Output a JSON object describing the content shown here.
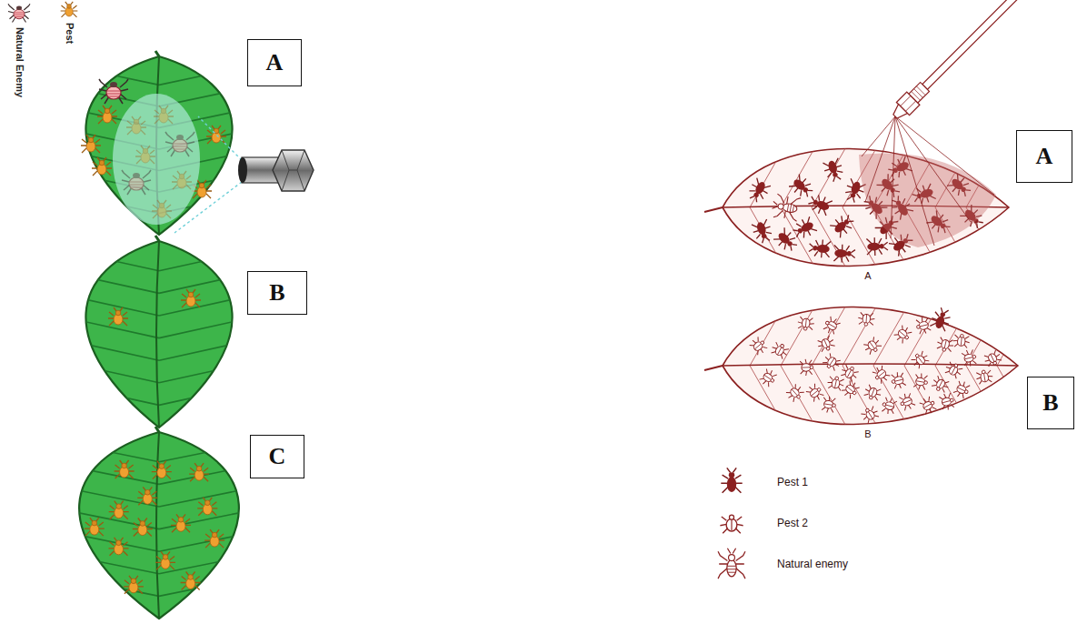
{
  "diagram": {
    "nodes": [
      {
        "text": [
          "A"
        ]
      },
      {
        "text": [
          "B"
        ]
      },
      {
        "text": [
          "C"
        ]
      },
      {
        "text": [
          "A"
        ]
      },
      {
        "text": [
          "B"
        ]
      }
    ],
    "labels": [
      "A",
      "B"
    ],
    "legend": [
      {
        "text": "Natural Enemy"
      },
      {
        "text": "Pest"
      },
      {
        "text": "Pest 1"
      },
      {
        "text": "Pest 2"
      },
      {
        "text": "Natural enemy"
      }
    ]
  }
}
